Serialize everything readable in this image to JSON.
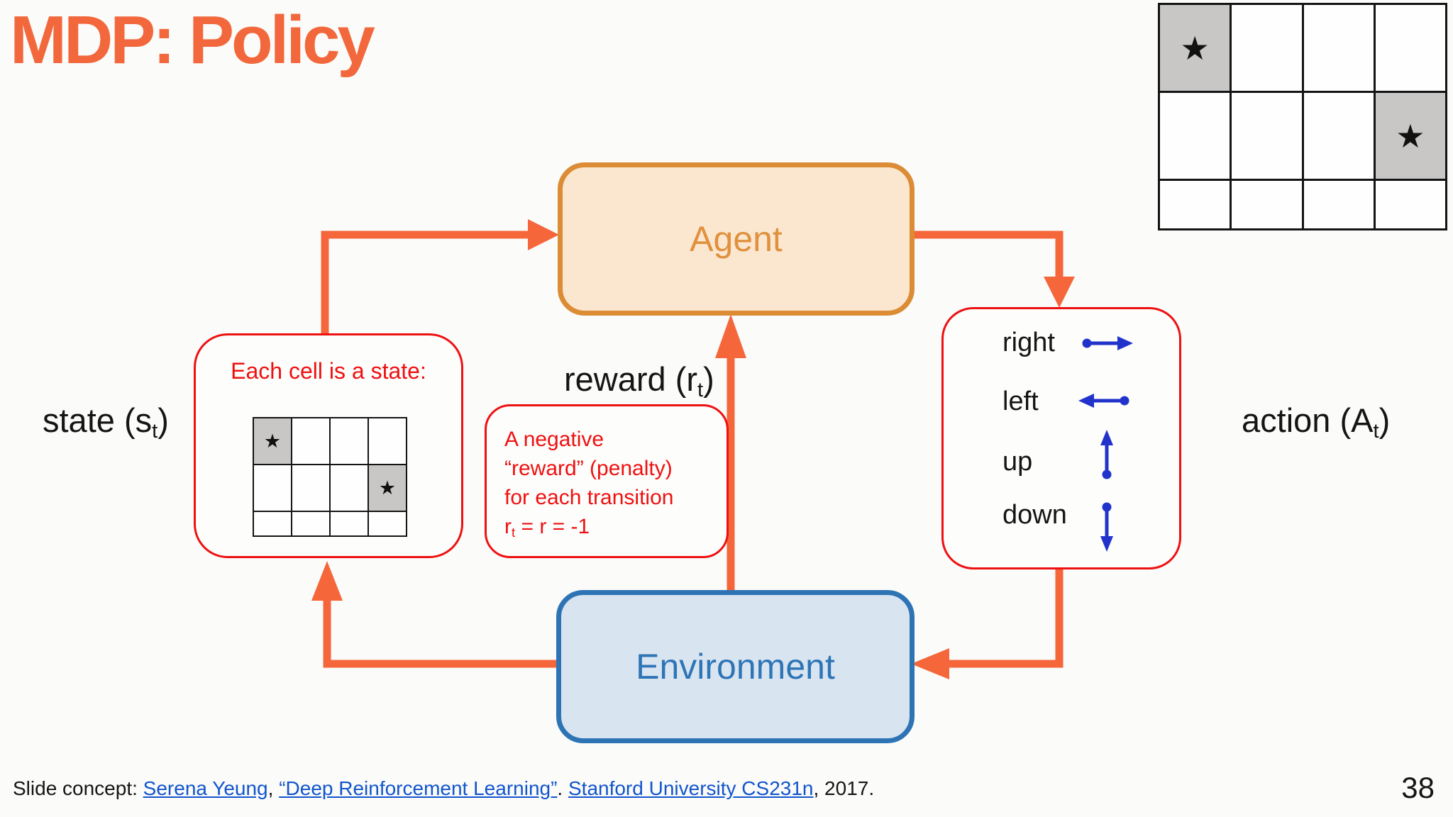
{
  "slide": {
    "title": "MDP: Policy",
    "page_number": "38"
  },
  "agent_box": {
    "label": "Agent"
  },
  "environment_box": {
    "label": "Environment"
  },
  "labels": {
    "state": {
      "pre": "state (s",
      "sub": "t",
      "post": ")"
    },
    "reward": {
      "pre": "reward (r",
      "sub": "t",
      "post": ")"
    },
    "action": {
      "pre": "action (A",
      "sub": "t",
      "post": ")"
    }
  },
  "state_box": {
    "caption": "Each cell is a state:",
    "grid": {
      "rows": 3,
      "cols": 4,
      "star_cells": [
        [
          0,
          0
        ],
        [
          1,
          3
        ]
      ],
      "star": "★"
    }
  },
  "corner_grid": {
    "rows": 3,
    "cols": 4,
    "star_cells": [
      [
        0,
        0
      ],
      [
        1,
        3
      ]
    ],
    "star": "★"
  },
  "reward_note": {
    "lines": [
      "A negative",
      "“reward” (penalty)",
      "for each transition"
    ],
    "equation": {
      "pre": "r",
      "sub": "t",
      "post": " = r = -1"
    }
  },
  "action_box": {
    "items": [
      {
        "label": "right",
        "direction": "right"
      },
      {
        "label": "left",
        "direction": "left"
      },
      {
        "label": "up",
        "direction": "up"
      },
      {
        "label": "down",
        "direction": "down"
      }
    ]
  },
  "footer": {
    "segments": [
      {
        "text": "Slide concept: ",
        "link": false
      },
      {
        "text": "Serena Yeung",
        "link": true
      },
      {
        "text": ", ",
        "link": false
      },
      {
        "text": "“Deep Reinforcement Learning”",
        "link": true
      },
      {
        "text": ". ",
        "link": false
      },
      {
        "text": "Stanford University CS231n",
        "link": true
      },
      {
        "text": ", 2017.",
        "link": false
      }
    ]
  },
  "colors": {
    "bg": "#fbfbfa",
    "orange": "#f5673b",
    "orange-title": "#f2683c",
    "agent-border": "#db8c35",
    "agent-fill": "#fbe7cf",
    "agent-text": "#e0913e",
    "env-border": "#2e74b5",
    "env-fill": "#d9e4f1",
    "env-text": "#2e75b6",
    "red": "#ee1111",
    "blue-arrow": "#2233cb",
    "gray-cell": "#c9c7c5",
    "grid-line": "#141414",
    "link": "#1155cc"
  }
}
